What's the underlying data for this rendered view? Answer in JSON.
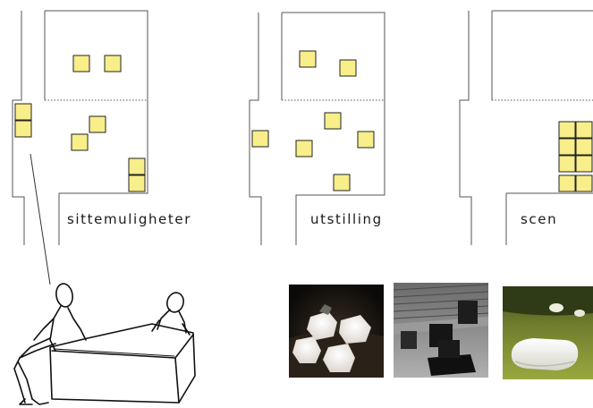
{
  "labels": {
    "seating": "sittemuligheter",
    "exhibition": "utstilling",
    "stage": "scen"
  },
  "colors": {
    "cube_fill": "#f8ee8a",
    "cube_stroke": "#222222",
    "plan_line": "#555555"
  },
  "photos": [
    {
      "name": "photo-glowing-cubes-night"
    },
    {
      "name": "photo-dark-cubes-grandstand"
    },
    {
      "name": "photo-white-cushion-lawn"
    }
  ],
  "sketch": {
    "name": "sketch-people-sitting-on-block"
  }
}
